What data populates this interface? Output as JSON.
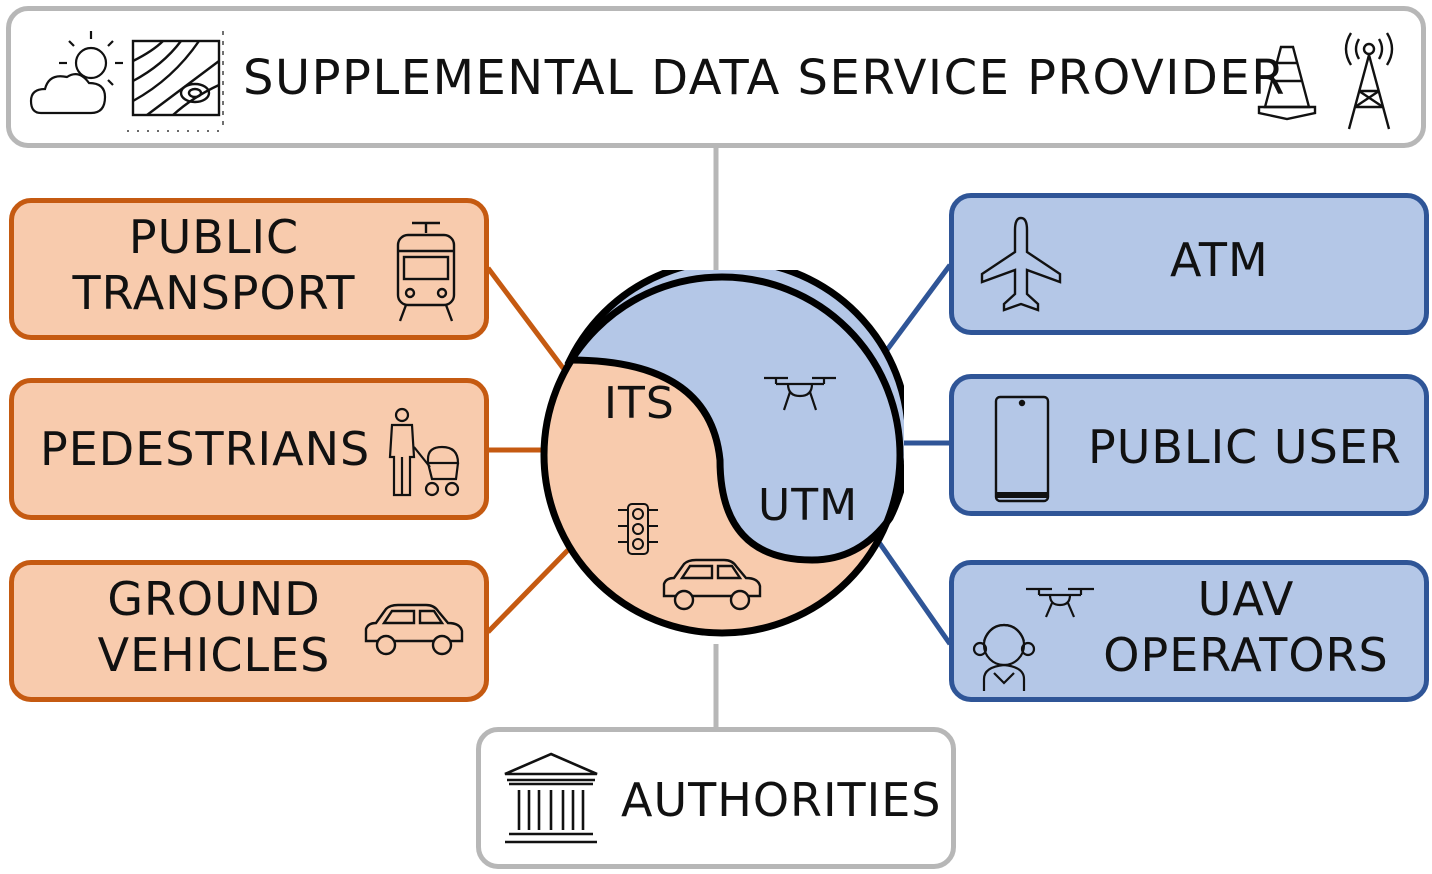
{
  "top": {
    "title": "SUPPLEMENTAL DATA SERVICE PROVIDER",
    "icons": [
      "weather-icon",
      "topographic-map-icon",
      "traffic-cone-icon",
      "radio-tower-icon"
    ]
  },
  "left": {
    "items": [
      {
        "label_lines": [
          "PUBLIC",
          "TRANSPORT"
        ],
        "icon": "tram-icon"
      },
      {
        "label_lines": [
          "PEDESTRIANS"
        ],
        "icon": "pedestrian-stroller-icon"
      },
      {
        "label_lines": [
          "GROUND",
          "VEHICLES"
        ],
        "icon": "car-icon"
      }
    ]
  },
  "right": {
    "items": [
      {
        "label_lines": [
          "ATM"
        ],
        "icon": "airplane-icon"
      },
      {
        "label_lines": [
          "PUBLIC USER"
        ],
        "icon": "smartphone-icon"
      },
      {
        "label_lines": [
          "UAV",
          "OPERATORS"
        ],
        "icon": "operator-drone-icon"
      }
    ]
  },
  "bottom": {
    "label": "AUTHORITIES",
    "icon": "government-building-icon"
  },
  "hub": {
    "its_label": "ITS",
    "utm_label": "UTM",
    "icons": [
      "drone-icon",
      "traffic-light-icon",
      "car-icon"
    ]
  },
  "colors": {
    "its_fill": "#f8cbad",
    "its_border": "#c55a11",
    "utm_fill": "#b4c7e7",
    "utm_border": "#2f5597",
    "neutral_border": "#b7b7b7",
    "hub_outline": "#000000"
  }
}
